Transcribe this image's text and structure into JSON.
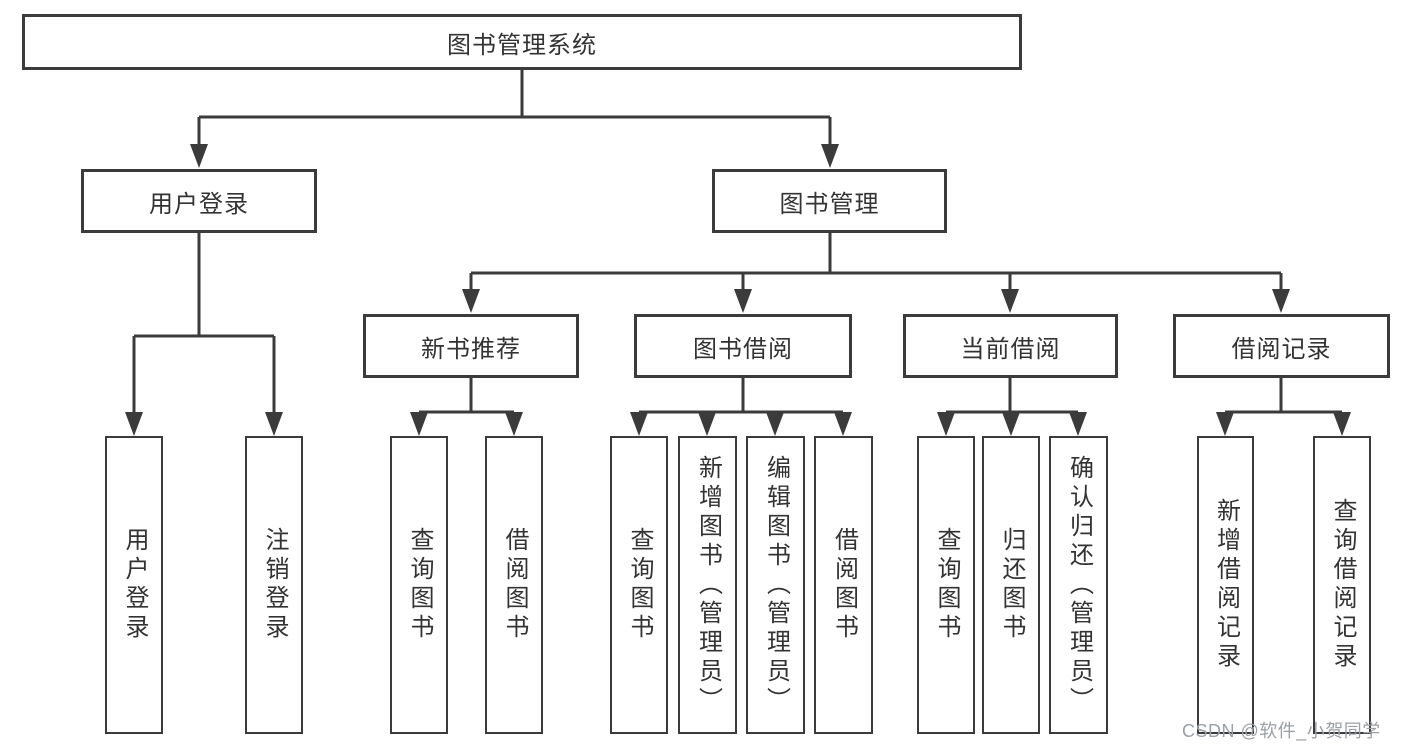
{
  "diagram": {
    "title": "图书管理系统",
    "root": {
      "label": "图书管理系统"
    },
    "level2": [
      {
        "label": "用户登录"
      },
      {
        "label": "图书管理"
      }
    ],
    "level3": [
      {
        "label": "新书推荐"
      },
      {
        "label": "图书借阅"
      },
      {
        "label": "当前借阅"
      },
      {
        "label": "借阅记录"
      }
    ],
    "leaves": [
      {
        "label": "用户登录"
      },
      {
        "label": "注销登录"
      },
      {
        "label": "查询图书"
      },
      {
        "label": "借阅图书"
      },
      {
        "label": "查询图书"
      },
      {
        "label": "新增图书（管理员）"
      },
      {
        "label": "编辑图书（管理员）"
      },
      {
        "label": "借阅图书"
      },
      {
        "label": "查询图书"
      },
      {
        "label": "归还图书"
      },
      {
        "label": "确认归还（管理员）"
      },
      {
        "label": "新增借阅记录"
      },
      {
        "label": "查询借阅记录"
      }
    ]
  },
  "watermark": {
    "text": "CSDN @软件_小贺同学"
  },
  "colors": {
    "line": "#3b3b3b",
    "box_border": "#3b3b3b",
    "text": "#333333",
    "watermark": "#9aa0a6",
    "background": "#ffffff"
  }
}
